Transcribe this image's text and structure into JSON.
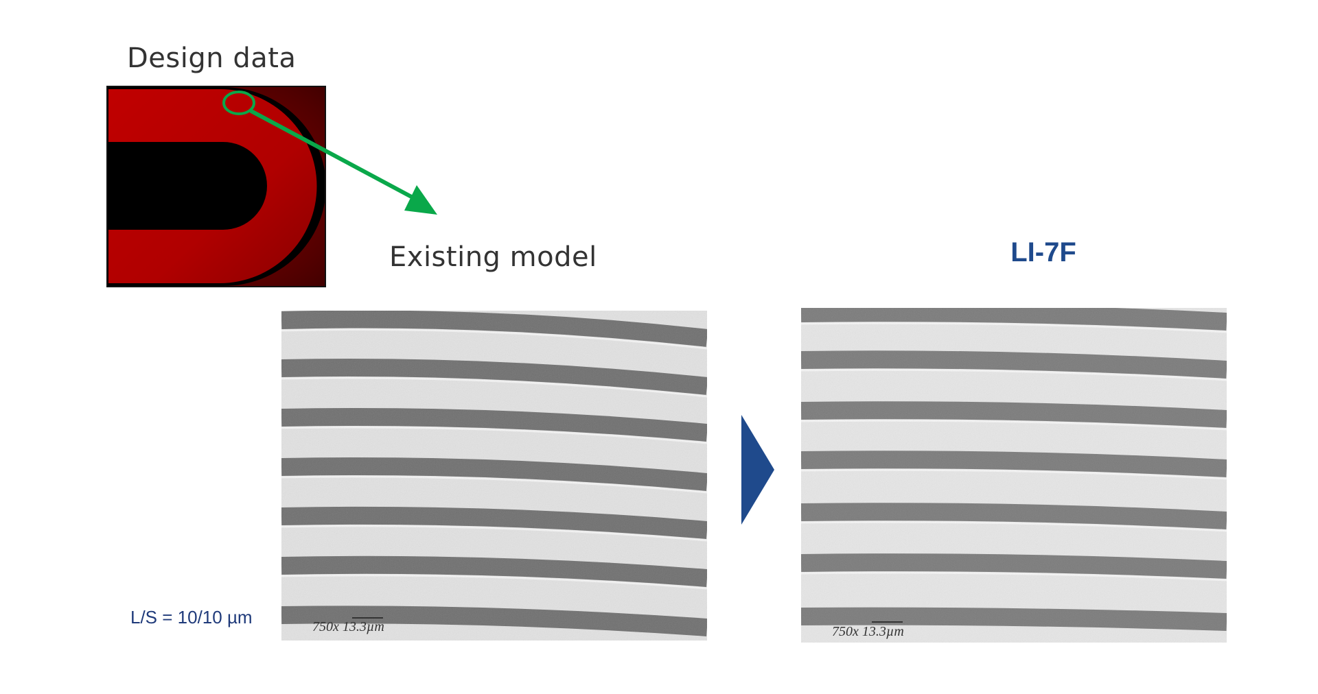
{
  "labels": {
    "design_data": "Design data",
    "existing_model": "Existing model",
    "new_model": "LI-7F",
    "line_space": "L/S = 10/10 µm"
  },
  "micrographs": {
    "left_annotation": "750x 13.3µm",
    "right_annotation": "750x 13.3µm"
  },
  "colors": {
    "design_red": "#b30000",
    "highlight_green": "#0aa84a",
    "accent_blue": "#1f4a8c",
    "stripe_dark": "#767676",
    "stripe_light": "#e3e3e3"
  },
  "icons": {
    "zoom_arrow": "green-arrow-icon",
    "compare_arrow": "chevron-right-icon"
  }
}
